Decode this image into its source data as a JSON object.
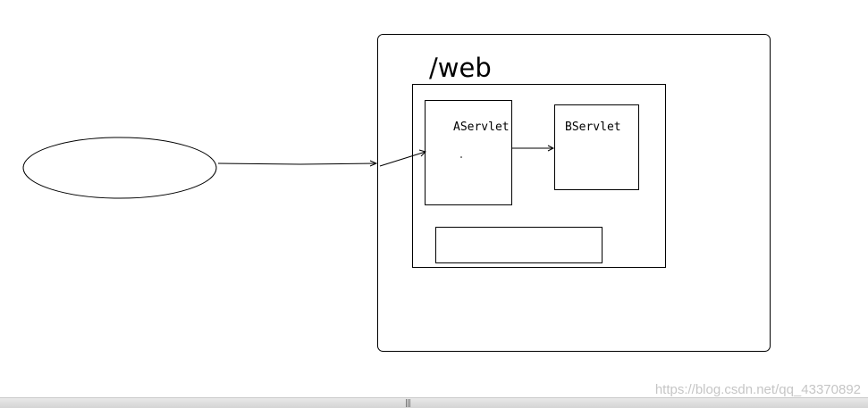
{
  "diagram": {
    "container_label": "/web",
    "servlet_a_label": "AServlet",
    "servlet_b_label": "BServlet"
  },
  "watermark": "https://blog.csdn.net/qq_43370892",
  "scrollbar": {
    "grip_icon": "grip-lines-icon",
    "grip_glyph": "|||"
  }
}
